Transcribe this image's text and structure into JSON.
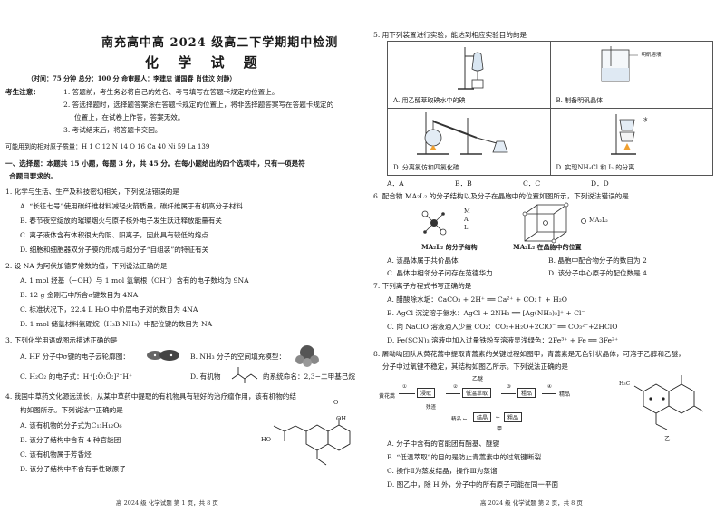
{
  "header": {
    "title": "南充高中高 2024 级高二下学期期中检测",
    "subject": "化 学 试 题",
    "meta": "（时间：75 分钟   总分：100 分   命审题人：李建忠 谢国春 肖佳汶 刘静）",
    "notice_label": "考生注意：",
    "notices": [
      "1. 答题前，考生务必将自己的姓名、考号填写在答题卡规定的位置上。",
      "2. 答选择题时，选择题答案涂在答题卡规定的位置上，将非选择题答案写在答题卡规定的",
      "位置上，在试卷上作答，答案无效。",
      "3. 考试结束后，将答题卡交回。"
    ],
    "atomic_masses": "可能用到的相对原子质量：H 1    C 12      N 14    O 16    Ca 40     Ni 59     La 139"
  },
  "section1": {
    "line1": "一、选择题：本题共 15 小题，每题 3 分，共 45 分。在每小题给出的四个选项中，只有一项是符",
    "line2": "合题目要求的。"
  },
  "q1": {
    "stem": "1. 化学与生活、生产及科技密切相关，下列说法错误的是",
    "options": [
      "A. “长征七号”使用碳纤维材料减轻火箭质量，碳纤维属于有机高分子材料",
      "B. 春节夜空绽放的璀璨烟火与原子核外电子发生跃迁释放能量有关",
      "C. 离子液体含有体积很大的阴、阳离子，因此具有较低的熔点",
      "D. 细胞和细胞器双分子膜的形成与超分子“自组装”的特征有关"
    ]
  },
  "q2": {
    "stem": "2. 设 NA 为阿伏加德罗常数的值，下列说法正确的是",
    "options": [
      "A. 1 mol 羟基（−OH）与 1 mol 氢氧根（OH⁻）含有的电子数均为 9NA",
      "B. 12 g 金刚石中所含σ键数目为 4NA",
      "C. 标准状况下，22.4 L H₂O 中价层电子对的数目为 4NA",
      "D. 1 mol 储氢材料氨硼烷（H₃B·NH₃）中配位键的数目为 NA"
    ]
  },
  "q3": {
    "stem": "3. 下列化学用语或图示描述正确的是",
    "A": "A. HF 分子中σ键的电子云轮廓图：",
    "B": "B. NH₃ 分子的空间填充模型：",
    "C": "C. H₂O₂ 的电子式：H⁺[:Ö:Ö:]²⁻H⁺",
    "D_pre": "D. 有机物",
    "D_post": "的系统命名：2,3−二甲基己烷"
  },
  "q4": {
    "stem1": "4. 我国中草药文化源远流长，从某中草药中提取的有机物具有较好的治疗瘤作用，该有机物的结",
    "stem2": "构如图所示。下列说法中正确的是",
    "options": [
      "A. 该有机物的分子式为C₁₃H₁₂O₆",
      "B. 该分子结构中含有 4 种官能团",
      "C. 该有机物属于芳香烃",
      "D. 该分子结构中不含有手性碳原子"
    ],
    "struct_labels": {
      "oh": "OH",
      "o": "O",
      "ho": "HO"
    }
  },
  "q5": {
    "stem": "5. 用下列装置进行实验，能达到相应实验目的的是",
    "cells": [
      "A. 用乙醇萃取碘水中的碘",
      "B. 制备明矾晶体",
      "D. 分离氯仿和四氯化碳",
      "D. 实现NH₄Cl 和 I₂ 的分离"
    ],
    "inner_labels": {
      "b_label": "明矾溶液",
      "d_label": "水"
    },
    "choices": [
      "A．A",
      "B．B",
      "C．C",
      "D．D"
    ]
  },
  "q6": {
    "stem": "6. 配合物 MA₂L₂ 的分子结构以及分子在晶胞中的位置如图所示，下列说法错误的是",
    "legend": [
      "M",
      "A",
      "L"
    ],
    "cap1": "MA₂L₂ 的分子结构",
    "cap2": "MA₂L₂ 在晶胞中的位置",
    "legend2": "MA₂L₂",
    "options": [
      "A. 该晶体属于共价晶体",
      "B. 晶胞中配合物分子的数目为 2",
      "C. 晶体中相邻分子间存在范德华力",
      "D. 该分子中心原子的配位数是 4"
    ]
  },
  "q7": {
    "stem": "7. 下列离子方程式书写正确的是",
    "options": [
      "A. 醋酸除水垢：CaCO₃ + 2H⁺ ══ Ca²⁺ + CO₂↑ + H₂O",
      "B. AgCl 沉淀溶于氨水：AgCl + 2NH₃ ══ [Ag(NH₃)₂]⁺ + Cl⁻",
      "C. 向 NaClO 溶液通入少量 CO₂：CO₂+H₂O+2ClO⁻ ══ CO₃²⁻+2HClO",
      "D. Fe(SCN)₃ 溶液中加入过量铁粉至溶液显浅绿色：2Fe³⁺ + Fe ══ 3Fe²⁺"
    ]
  },
  "q8": {
    "stem1": "8. 屠呦呦团队从黄花蒿中提取青蒿素的关键过程如图甲，青蒿素是无色针状晶体，可溶于乙醇和乙醚，",
    "stem2": "分子中过氧键不稳定，其结构如图乙所示。下列说法正确的是",
    "flow": {
      "start": "黄花蒿",
      "step1": "①",
      "box1": "浸取",
      "ether": "乙醚",
      "step2": "②",
      "box2": "低温萃取",
      "step3": "③",
      "box3": "粗品",
      "step4": "④",
      "end": "精品",
      "under1": "残渣",
      "under2": "精品 ←",
      "box4": "结晶",
      "under3": "←",
      "box5": "粗品",
      "cap": "甲"
    },
    "struct_labels": {
      "h3c": "H₃C",
      "cap": "乙"
    },
    "options": [
      "A. 分子中含有的官能团有酯基、醚键",
      "B. “低温萃取”的目的是防止青蒿素中的过氧键断裂",
      "C. 操作Ⅱ为蒸发结晶，操作Ⅲ为蒸馏",
      "D. 图乙中，除 H 外，分子中的所有原子可能在同一平面"
    ]
  },
  "footer": {
    "left": "高 2024 级  化学试题  第 1 页，共 8 页",
    "right": "高 2024 级  化学试题  第 2 页，共 8 页"
  }
}
